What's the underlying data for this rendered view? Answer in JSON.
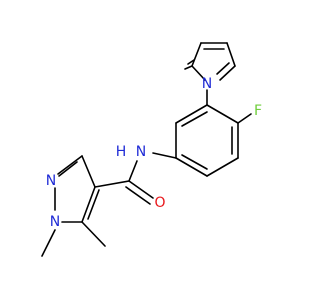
{
  "atoms": {
    "fluorine": {
      "text": "F",
      "color": "#6fce3c"
    },
    "pyrrole_n": {
      "text": "N",
      "color": "#1f2bd6"
    },
    "amide_nh": {
      "text": "H",
      "h_text": "N",
      "color": "#1f2bd6"
    },
    "carbonyl_o": {
      "text": "O",
      "color": "#e8171b"
    },
    "pyrazole_n2": {
      "text": "N",
      "color": "#1f2bd6"
    },
    "pyrazole_n1": {
      "text": "N",
      "color": "#1f2bd6"
    }
  }
}
